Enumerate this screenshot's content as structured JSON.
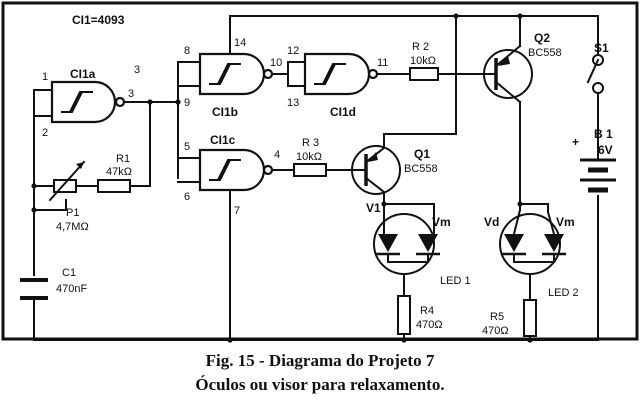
{
  "ic_note": "CI1=4093",
  "caption": {
    "line1": "Fig. 15 - Diagrama do Projeto 7",
    "line2": "Óculos ou visor para relaxamento."
  },
  "gates": {
    "a": {
      "name": "CI1a",
      "pin_in1": "1",
      "pin_in2": "2",
      "pin_out": "3"
    },
    "b": {
      "name": "CI1b",
      "pin_in1": "8",
      "pin_in2": "9",
      "pin_out": "10",
      "pin_vdd": "14"
    },
    "c": {
      "name": "CI1c",
      "pin_in1": "5",
      "pin_in2": "6",
      "pin_out": "4",
      "pin_gnd": "7"
    },
    "d": {
      "name": "CI1d",
      "pin_in1": "12",
      "pin_in2": "13",
      "pin_out": "11"
    },
    "stray_mark": "3"
  },
  "components": {
    "r1": {
      "ref": "R1",
      "value": "47kΩ"
    },
    "p1": {
      "ref": "P1",
      "value": "4,7MΩ"
    },
    "c1": {
      "ref": "C1",
      "value": "470nF"
    },
    "r2": {
      "ref": "R 2",
      "value": "10kΩ"
    },
    "r3": {
      "ref": "R 3",
      "value": "10kΩ"
    },
    "q1": {
      "ref": "Q1",
      "value": "BC558"
    },
    "q2": {
      "ref": "Q2",
      "value": "BC558"
    },
    "s1": {
      "ref": "S1"
    },
    "b1": {
      "ref": "B 1",
      "value": "6V",
      "polarity": "+"
    },
    "r4": {
      "ref": "R4",
      "value": "470Ω"
    },
    "r5": {
      "ref": "R5",
      "value": "470Ω"
    },
    "led1": {
      "ref": "LED 1",
      "left": "V1",
      "right": "Vm"
    },
    "led2": {
      "ref": "LED 2",
      "left": "Vd",
      "right": "Vm"
    }
  }
}
